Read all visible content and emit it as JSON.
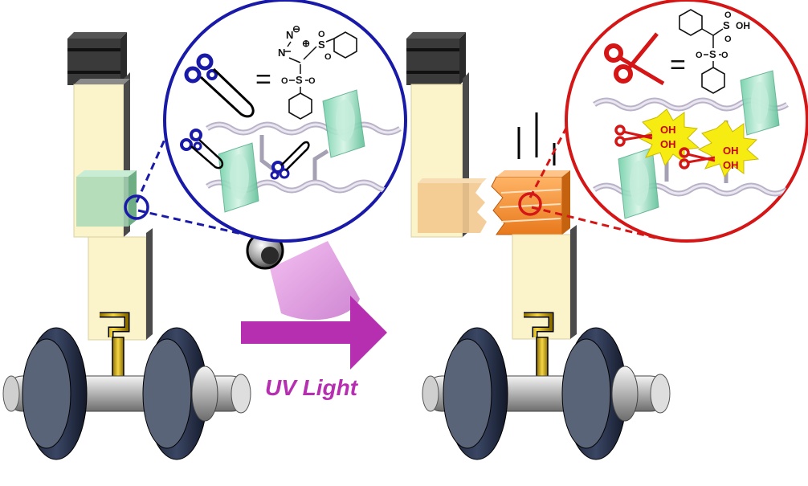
{
  "arrow_label": "UV Light",
  "before_panel": {
    "equals": "=",
    "reagent_labels": {
      "n_n": "N",
      "n_n2": "N",
      "minus": "⊖",
      "plus": "⊕",
      "s_upper": "S",
      "s_lower": "S",
      "o": "O"
    }
  },
  "after_panel": {
    "equals": "=",
    "product_labels": {
      "s_acid": "S",
      "oh_acid": "OH",
      "s_lower": "S",
      "o": "O"
    },
    "hydroxyl": [
      "OH",
      "OH",
      "OH",
      "OH"
    ]
  },
  "colors": {
    "before_zoom": "#1a1aa8",
    "after_zoom": "#d41616",
    "uv_arrow": "#b52fb0",
    "column_face": "#fbf3c9",
    "gel_ring": "#9fe0c4",
    "orange_patch": "#f38a2c",
    "explosion": "#f6ec12"
  },
  "icons": [
    "blue-scissors-icon",
    "red-scissors-icon",
    "uv-lamp-icon",
    "dumbbell-icon",
    "cyclodextrin-ring-icon",
    "polymer-chain-icon"
  ]
}
